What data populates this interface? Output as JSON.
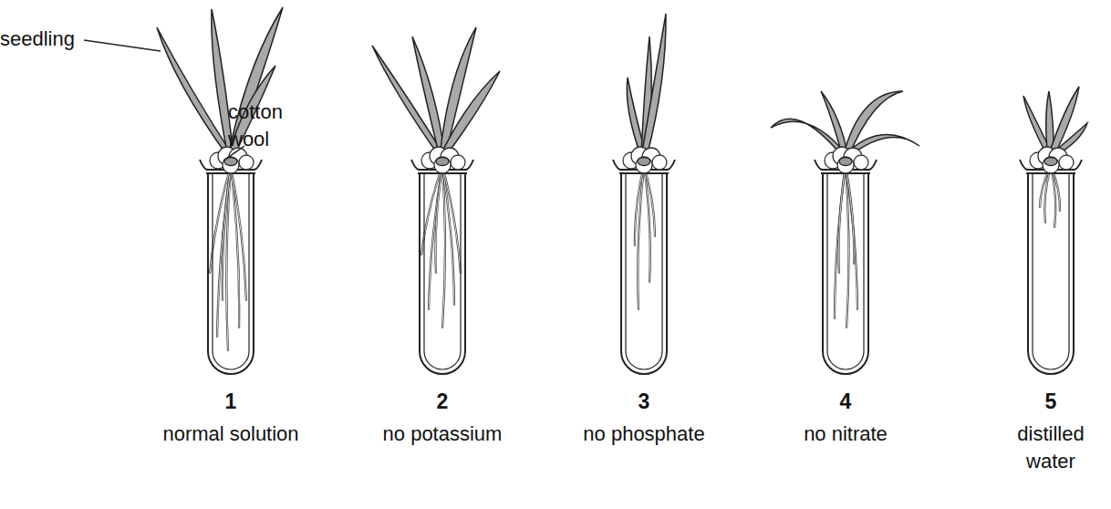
{
  "diagram": {
    "labels": [
      "seedling",
      "cotton wool",
      "1",
      "2",
      "3",
      "4",
      "5",
      "normal solution",
      "no potassium",
      "no phosphate",
      "no nitrate",
      "distilled water"
    ]
  }
}
